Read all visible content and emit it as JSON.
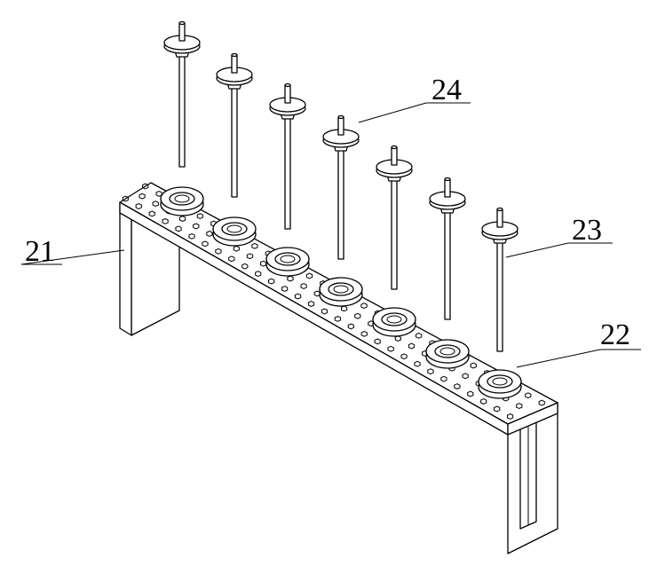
{
  "labels": {
    "l21": "21",
    "l22": "22",
    "l23": "23",
    "l24": "24"
  },
  "colors": {
    "stroke": "#000000",
    "background": "#ffffff"
  }
}
